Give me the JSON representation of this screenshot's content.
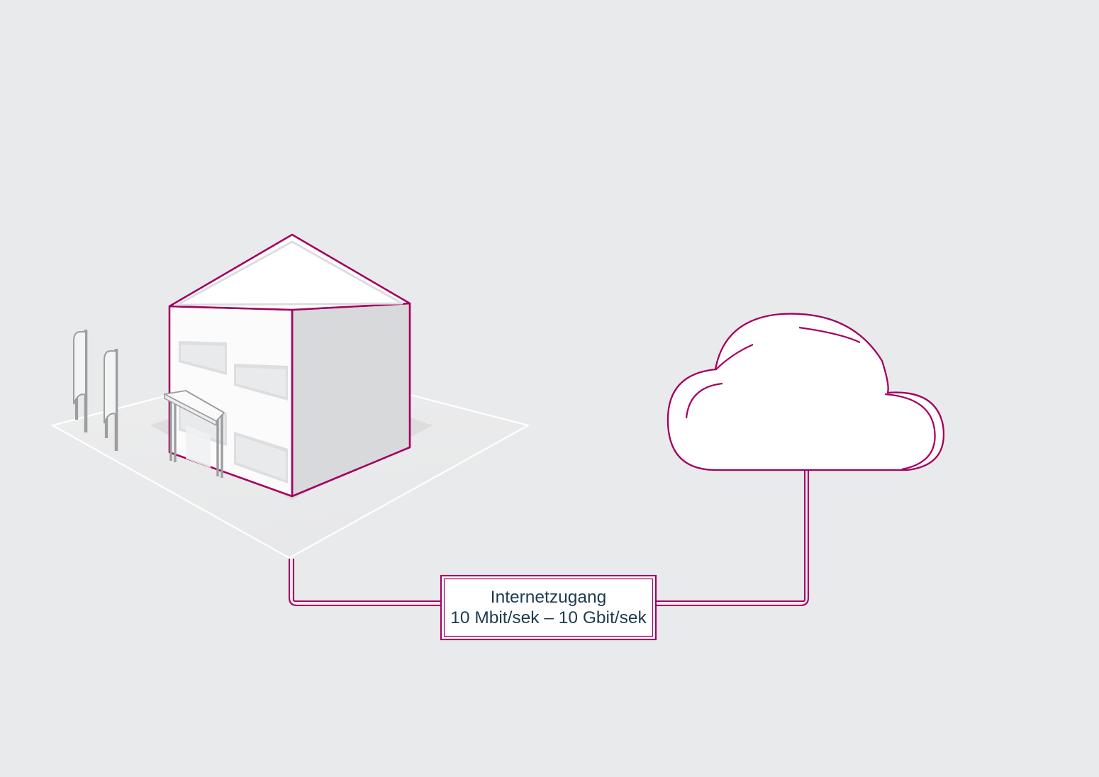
{
  "diagram": {
    "type": "isometric-network-diagram",
    "title_visible": false,
    "background_color": "#e9eaeb",
    "accent_color": "#a30061",
    "text_color": "#1d3b52",
    "ground_line_color": "#ffffff"
  },
  "nodes": {
    "building": {
      "name": "Gebäude",
      "shape": "isometric-cube",
      "roof_color": "#ffffff",
      "left_face_color": "#fbfbfb",
      "right_face_color": "#d8d9da",
      "outline_color": "#a30061",
      "window_color": "#dddee0",
      "window_rows": 2,
      "has_canopy": true,
      "has_ground_plane": true
    },
    "flags": {
      "name": "Fahnen",
      "count": 2,
      "pole_color": "#9b9d9f"
    },
    "cloud": {
      "name": "Internet / Cloud",
      "shape": "cloud",
      "fill_color": "#ffffff",
      "outline_color": "#a30061"
    }
  },
  "connection": {
    "name": "internet-connection-link",
    "line_color": "#a30061",
    "style": "double-line",
    "from": "building",
    "to": "cloud"
  },
  "label_box": {
    "name": "Internetzugang",
    "border_color": "#a30061",
    "fill_color": "#ffffff",
    "line1": "Internetzugang",
    "line2": "10 Mbit/sek – 10 Gbit/sek",
    "bandwidth_min": "10 Mbit/sek",
    "bandwidth_max": "10 Gbit/sek",
    "bandwidth_separator": "–"
  }
}
